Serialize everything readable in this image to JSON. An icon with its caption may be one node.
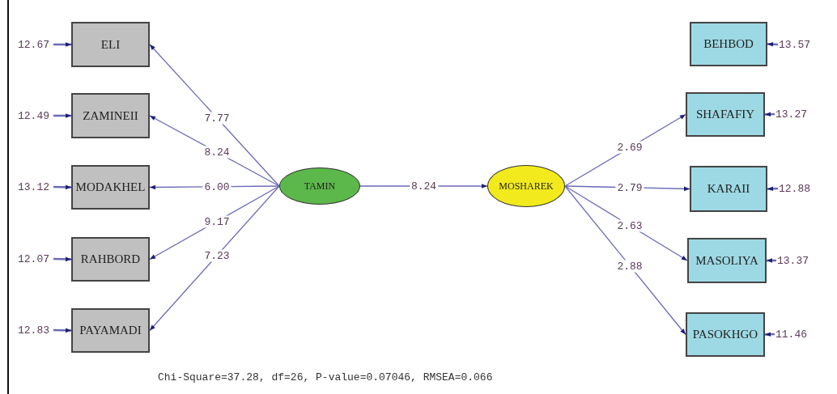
{
  "diagram": {
    "nodes": [
      {
        "text": [
          "ELI"
        ]
      },
      {
        "text": [
          "ZAMINEII"
        ]
      },
      {
        "text": [
          "MODAKHEL"
        ]
      },
      {
        "text": [
          "RAHBORD"
        ]
      },
      {
        "text": [
          "PAYAMADI"
        ]
      },
      {
        "text": [
          "TAMIN"
        ]
      },
      {
        "text": [
          "MOSHAREK"
        ]
      },
      {
        "text": [
          "BEHBOD"
        ]
      },
      {
        "text": [
          "SHAFAFIY"
        ]
      },
      {
        "text": [
          "KARAII"
        ]
      },
      {
        "text": [
          "MASOLIYA"
        ]
      },
      {
        "text": [
          "PASOKHGO"
        ]
      },
      {
        "text": [
          "12.67"
        ]
      },
      {
        "text": [
          "12.49"
        ]
      },
      {
        "text": [
          "13.12"
        ]
      },
      {
        "text": [
          "12.07"
        ]
      },
      {
        "text": [
          "12.83"
        ]
      },
      {
        "text": [
          "13.57"
        ]
      },
      {
        "text": [
          "13.27"
        ]
      },
      {
        "text": [
          "12.88"
        ]
      },
      {
        "text": [
          "13.37"
        ]
      },
      {
        "text": [
          "11.46"
        ]
      }
    ],
    "edges": [
      {
        "from": 5,
        "to": 0,
        "arrow": "to",
        "label": "7.77"
      },
      {
        "from": 5,
        "to": 1,
        "arrow": "to",
        "label": "8.24"
      },
      {
        "from": 5,
        "to": 2,
        "arrow": "to",
        "label": "6.00"
      },
      {
        "from": 5,
        "to": 3,
        "arrow": "to",
        "label": "9.17"
      },
      {
        "from": 5,
        "to": 4,
        "arrow": "to",
        "label": "7.23"
      },
      {
        "from": 5,
        "to": 6,
        "arrow": "to",
        "label": "8.24"
      },
      {
        "from": 6,
        "to": 8,
        "arrow": "to",
        "label": "2.69"
      },
      {
        "from": 6,
        "to": 9,
        "arrow": "to",
        "label": "2.79"
      },
      {
        "from": 6,
        "to": 10,
        "arrow": "to",
        "label": "2.63"
      },
      {
        "from": 6,
        "to": 11,
        "arrow": "to",
        "label": "2.88"
      },
      {
        "from": 12,
        "to": 0,
        "arrow": "to"
      },
      {
        "from": 13,
        "to": 1,
        "arrow": "to"
      },
      {
        "from": 14,
        "to": 2,
        "arrow": "to"
      },
      {
        "from": 15,
        "to": 3,
        "arrow": "to"
      },
      {
        "from": 16,
        "to": 4,
        "arrow": "to"
      },
      {
        "from": 17,
        "to": 7,
        "arrow": "to"
      },
      {
        "from": 18,
        "to": 8,
        "arrow": "to"
      },
      {
        "from": 19,
        "to": 9,
        "arrow": "to"
      },
      {
        "from": 20,
        "to": 10,
        "arrow": "to"
      },
      {
        "from": 21,
        "to": 11,
        "arrow": "to"
      }
    ],
    "labels": [
      "Chi-Square=37.28, df=26, P-value=0.07046, RMSEA=0.066"
    ]
  }
}
